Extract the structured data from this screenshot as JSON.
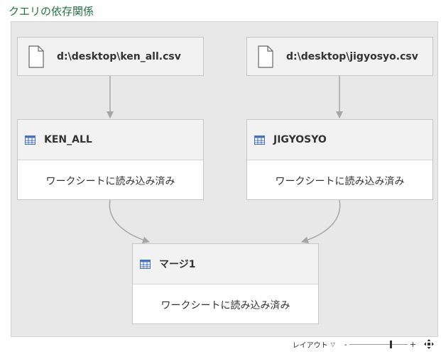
{
  "header": {
    "title": "クエリの依存関係"
  },
  "nodes": {
    "file1": {
      "title": "d:\\desktop\\ken_all.csv",
      "icon": "file-icon"
    },
    "file2": {
      "title": "d:\\desktop\\jigyosyo.csv",
      "icon": "file-icon"
    },
    "query1": {
      "title": "KEN_ALL",
      "status": "ワークシートに読み込み済み",
      "icon": "table-icon"
    },
    "query2": {
      "title": "JIGYOSYO",
      "status": "ワークシートに読み込み済み",
      "icon": "table-icon"
    },
    "merge": {
      "title": "マージ1",
      "status": "ワークシートに読み込み済み",
      "icon": "table-icon"
    }
  },
  "statusbar": {
    "layout_label": "レイアウト",
    "zoom_minus": "-",
    "zoom_plus": "+",
    "zoom_level": 0.72
  },
  "colors": {
    "title": "#217346",
    "canvas": "#e8e8e8",
    "node_header": "#f2f2f2",
    "connector": "#a6a6a6",
    "table_icon": "#4472c4"
  }
}
